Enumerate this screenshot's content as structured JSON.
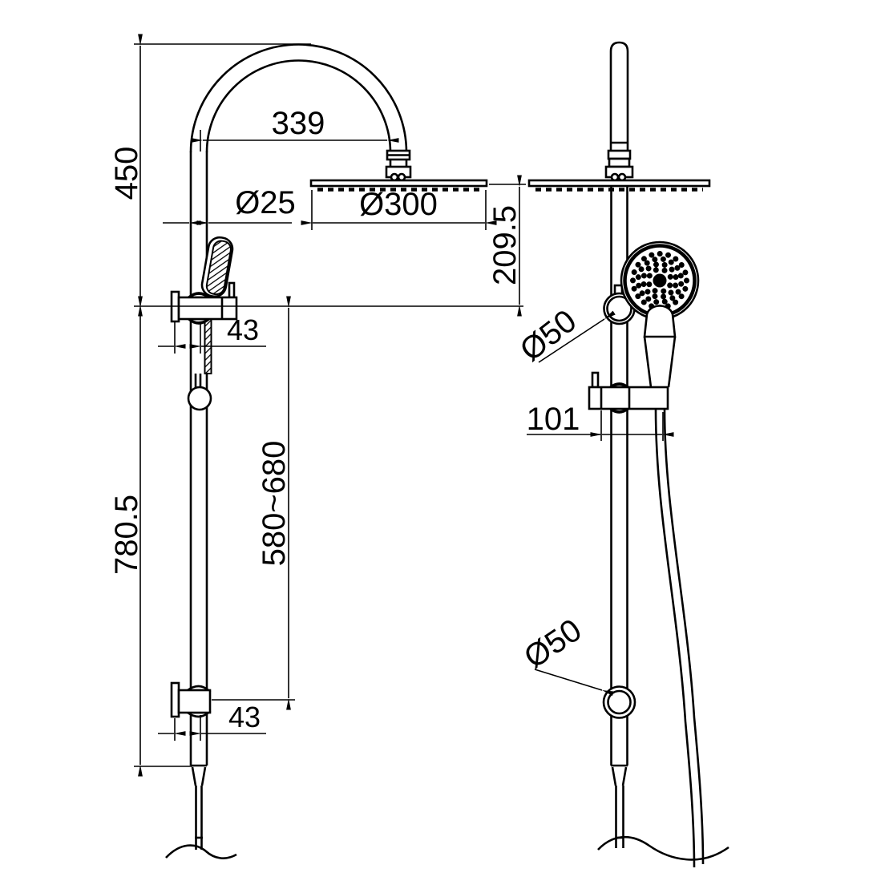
{
  "document": {
    "title": "Shower column dimensional drawing",
    "background": "#ffffff",
    "line_color": "#000000"
  },
  "dimensions": {
    "overhead_arc_height": "450",
    "arm_projection": "339",
    "rail_diameter": "Ø25",
    "rain_head_diameter": "Ø300",
    "head_to_bracket_drop": "209.5",
    "upper_bracket_offset": "43",
    "hand_shower_adjust_range": "580~680",
    "rail_lower_height": "780.5",
    "lower_bracket_offset": "43",
    "upper_knob_diameter": "Ø50",
    "lower_bracket_width": "101",
    "lower_knob_diameter": "Ø50"
  }
}
